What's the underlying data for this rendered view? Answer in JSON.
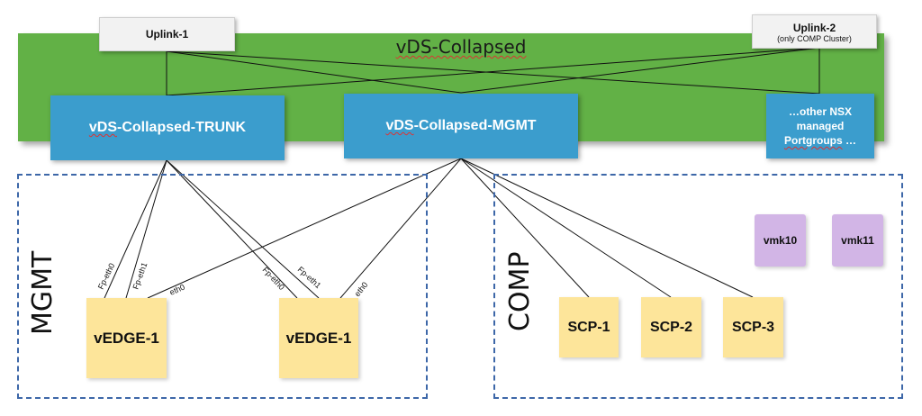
{
  "vds": {
    "title": "vDS-Collapsed",
    "color": "#62b146"
  },
  "uplinks": [
    {
      "name": "Uplink-1",
      "subtitle": ""
    },
    {
      "name": "Uplink-2",
      "subtitle": "(only COMP Cluster)"
    }
  ],
  "portgroups": [
    {
      "prefix": "vDS",
      "label": "-Collapsed-TRUNK"
    },
    {
      "prefix": "vDS",
      "label": "-Collapsed-MGMT"
    },
    {
      "line1": "…other NSX",
      "line2": "managed",
      "line3_a": "Portgroups",
      "line3_b": " …"
    }
  ],
  "portgroup_color": "#3b9dcd",
  "clusters": [
    {
      "name": "MGMT"
    },
    {
      "name": "COMP"
    }
  ],
  "cluster_border_color": "#3d67a8",
  "vms": {
    "edges": [
      {
        "label": "vEDGE-1",
        "ports": [
          "Fp-eth0",
          "Fp-eth1",
          "eth0"
        ]
      },
      {
        "label": "vEDGE-1",
        "ports": [
          "Fp-eth0",
          "Fp-eth1",
          "eth0"
        ]
      }
    ],
    "scps": [
      {
        "label": "SCP-1"
      },
      {
        "label": "SCP-2"
      },
      {
        "label": "SCP-3"
      }
    ],
    "vmks": [
      {
        "label": "vmk10"
      },
      {
        "label": "vmk11"
      }
    ],
    "vm_color": "#fde59a",
    "vmk_color": "#d2b5e6"
  }
}
